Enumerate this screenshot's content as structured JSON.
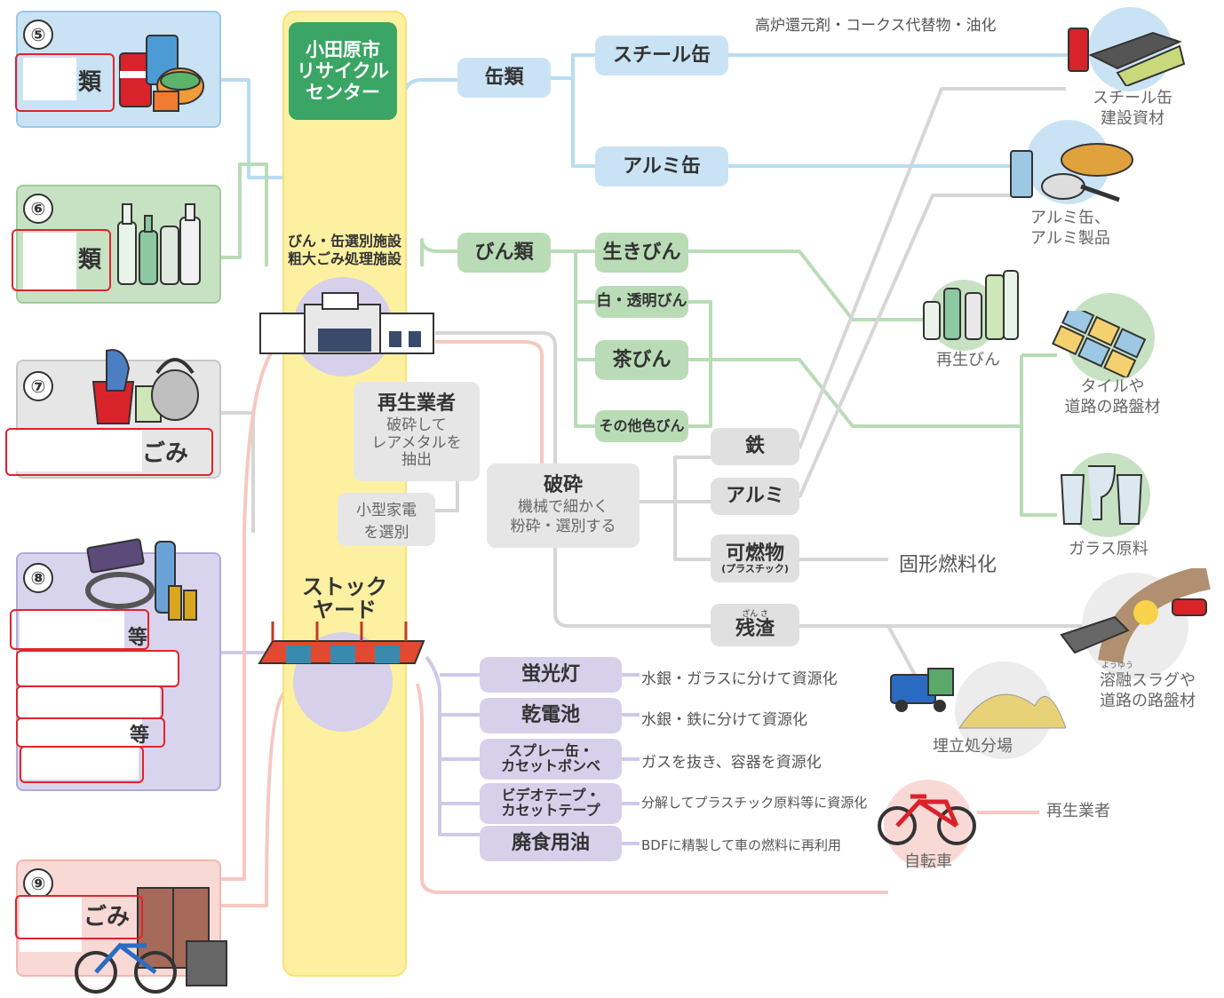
{
  "categories": [
    {
      "num": "⑤",
      "suffix": "類",
      "fill": "#c9e3f4",
      "border": "#9cc8e4"
    },
    {
      "num": "⑥",
      "suffix": "類",
      "fill": "#c7e2c3",
      "border": "#9fcc98"
    },
    {
      "num": "⑦",
      "suffix": "ごみ",
      "fill": "#e6e6e6",
      "border": "#c8c8c8"
    },
    {
      "num": "⑧",
      "suffix1": "等",
      "suffix2": "等",
      "fill": "#d9d4ee",
      "border": "#b3aad6"
    },
    {
      "num": "⑨",
      "suffix": "ごみ",
      "fill": "#f8d9d5",
      "border": "#f0b8b0"
    }
  ],
  "center": {
    "title": "小田原市\nリサイクル\nセンター",
    "facility": "びん・缶選別施設\n粗大ごみ処理施設",
    "stockyard": "ストック\nヤード"
  },
  "cans": {
    "group": "缶類",
    "steel": "スチール缶",
    "alumi": "アルミ缶",
    "steel_note": "高炉還元剤・コークス代替物・油化"
  },
  "bottles": {
    "group": "びん類",
    "live": "生きびん",
    "white": "白・透明びん",
    "brown": "茶びん",
    "other": "その他色びん"
  },
  "recycler": {
    "title": "再生業者",
    "desc": "破砕して\nレアメタルを\n抽出"
  },
  "small_appliance": "小型家電\nを選別",
  "crush": {
    "title": "破砕",
    "desc": "機械で細かく\n粉砕・選別する"
  },
  "crush_outputs": {
    "iron": "鉄",
    "alumi": "アルミ",
    "burnable": "可燃物",
    "burnable_sub": "(プラスチック)",
    "burnable_note": "固形燃料化",
    "residue_ruby": "ざん さ",
    "residue": "残渣"
  },
  "hazardous": [
    {
      "label": "蛍光灯",
      "note": "水銀・ガラスに分けて資源化"
    },
    {
      "label": "乾電池",
      "note": "水銀・鉄に分けて資源化"
    },
    {
      "label": "スプレー缶・\nカセットボンベ",
      "note": "ガスを抜き、容器を資源化"
    },
    {
      "label": "ビデオテープ・\nカセットテープ",
      "note": "分解してプラスチック原料等に資源化"
    },
    {
      "label": "廃食用油",
      "note": "BDFに精製して車の燃料に再利用"
    }
  ],
  "outputs": {
    "steel": "スチール缶\n建設資材",
    "alumi": "アルミ缶、\nアルミ製品",
    "bottle": "再生びん",
    "tile": "タイルや\n道路の路盤材",
    "glass": "ガラス原料",
    "slag_ruby": "ようゆう",
    "slag": "溶融スラグや\n道路の路盤材",
    "landfill": "埋立処分場",
    "bicycle": "自転車",
    "bicycle_to": "再生業者"
  },
  "colors": {
    "center_green": "#3aa564",
    "center_yellow": "#fdf0a0",
    "line_blue": "#b8dcf2",
    "line_green": "#b9dcb6",
    "line_gray": "#d6d6d6",
    "line_purple": "#cfc8e8",
    "line_pink": "#f6c8c0",
    "red_box": "#e0242b"
  },
  "icons": [
    "cans-icon",
    "bottles-icon",
    "pots-icon",
    "hazard-items-icon",
    "bulky-items-icon",
    "facility-building-icon",
    "stockyard-icon",
    "steel-product-icon",
    "alumi-product-icon",
    "recycled-bottle-icon",
    "tile-icon",
    "glass-icon",
    "slag-road-icon",
    "landfill-truck-icon",
    "bicycle-icon"
  ]
}
